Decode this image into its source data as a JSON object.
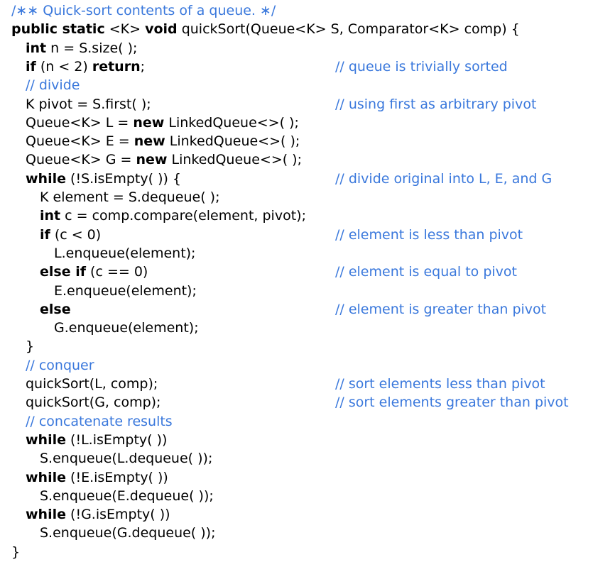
{
  "lines": [
    {
      "indent": 0,
      "parts": [
        {
          "t": "/∗∗ Quick-sort contents of a queue. ∗/",
          "c": "comment"
        }
      ],
      "comment": ""
    },
    {
      "indent": 0,
      "parts": [
        {
          "t": "public static",
          "c": "kw"
        },
        {
          "t": " <K> "
        },
        {
          "t": "void",
          "c": "kw"
        },
        {
          "t": " quickSort(Queue<K> S, Comparator<K> comp) {"
        }
      ],
      "comment": ""
    },
    {
      "indent": 1,
      "parts": [
        {
          "t": "int",
          "c": "kw"
        },
        {
          "t": " n = S.size( );"
        }
      ],
      "comment": ""
    },
    {
      "indent": 1,
      "parts": [
        {
          "t": "if",
          "c": "kw"
        },
        {
          "t": " (n < 2) "
        },
        {
          "t": "return",
          "c": "kw"
        },
        {
          "t": ";"
        }
      ],
      "comment": "// queue is trivially sorted"
    },
    {
      "indent": 1,
      "parts": [
        {
          "t": "// divide",
          "c": "comment"
        }
      ],
      "comment": ""
    },
    {
      "indent": 1,
      "parts": [
        {
          "t": "K pivot = S.first( );"
        }
      ],
      "comment": "// using first as arbitrary pivot"
    },
    {
      "indent": 1,
      "parts": [
        {
          "t": "Queue<K> L = "
        },
        {
          "t": "new",
          "c": "kw"
        },
        {
          "t": " LinkedQueue<>( );"
        }
      ],
      "comment": ""
    },
    {
      "indent": 1,
      "parts": [
        {
          "t": "Queue<K> E = "
        },
        {
          "t": "new",
          "c": "kw"
        },
        {
          "t": " LinkedQueue<>( );"
        }
      ],
      "comment": ""
    },
    {
      "indent": 1,
      "parts": [
        {
          "t": "Queue<K> G = "
        },
        {
          "t": "new",
          "c": "kw"
        },
        {
          "t": " LinkedQueue<>( );"
        }
      ],
      "comment": ""
    },
    {
      "indent": 1,
      "parts": [
        {
          "t": "while",
          "c": "kw"
        },
        {
          "t": " (!S.isEmpty( )) {"
        }
      ],
      "comment": "// divide original into L, E, and G"
    },
    {
      "indent": 2,
      "parts": [
        {
          "t": "K element = S.dequeue( );"
        }
      ],
      "comment": ""
    },
    {
      "indent": 2,
      "parts": [
        {
          "t": "int",
          "c": "kw"
        },
        {
          "t": " c = comp.compare(element, pivot);"
        }
      ],
      "comment": ""
    },
    {
      "indent": 2,
      "parts": [
        {
          "t": "if",
          "c": "kw"
        },
        {
          "t": " (c < 0)"
        }
      ],
      "comment": "// element is less than pivot"
    },
    {
      "indent": 3,
      "parts": [
        {
          "t": "L.enqueue(element);"
        }
      ],
      "comment": ""
    },
    {
      "indent": 2,
      "parts": [
        {
          "t": "else if",
          "c": "kw"
        },
        {
          "t": " (c == 0)"
        }
      ],
      "comment": "// element is equal to pivot"
    },
    {
      "indent": 3,
      "parts": [
        {
          "t": "E.enqueue(element);"
        }
      ],
      "comment": ""
    },
    {
      "indent": 2,
      "parts": [
        {
          "t": "else",
          "c": "kw"
        }
      ],
      "comment": "// element is greater than pivot"
    },
    {
      "indent": 3,
      "parts": [
        {
          "t": "G.enqueue(element);"
        }
      ],
      "comment": ""
    },
    {
      "indent": 1,
      "parts": [
        {
          "t": "}"
        }
      ],
      "comment": ""
    },
    {
      "indent": 1,
      "parts": [
        {
          "t": "// conquer",
          "c": "comment"
        }
      ],
      "comment": ""
    },
    {
      "indent": 1,
      "parts": [
        {
          "t": "quickSort(L, comp);"
        }
      ],
      "comment": "// sort elements less than pivot"
    },
    {
      "indent": 1,
      "parts": [
        {
          "t": "quickSort(G, comp);"
        }
      ],
      "comment": "// sort elements greater than pivot"
    },
    {
      "indent": 1,
      "parts": [
        {
          "t": "// concatenate results",
          "c": "comment"
        }
      ],
      "comment": ""
    },
    {
      "indent": 1,
      "parts": [
        {
          "t": "while",
          "c": "kw"
        },
        {
          "t": " (!L.isEmpty( ))"
        }
      ],
      "comment": ""
    },
    {
      "indent": 2,
      "parts": [
        {
          "t": "S.enqueue(L.dequeue( ));"
        }
      ],
      "comment": ""
    },
    {
      "indent": 1,
      "parts": [
        {
          "t": "while",
          "c": "kw"
        },
        {
          "t": " (!E.isEmpty( ))"
        }
      ],
      "comment": ""
    },
    {
      "indent": 2,
      "parts": [
        {
          "t": "S.enqueue(E.dequeue( ));"
        }
      ],
      "comment": ""
    },
    {
      "indent": 1,
      "parts": [
        {
          "t": "while",
          "c": "kw"
        },
        {
          "t": " (!G.isEmpty( ))"
        }
      ],
      "comment": ""
    },
    {
      "indent": 2,
      "parts": [
        {
          "t": "S.enqueue(G.dequeue( ));"
        }
      ],
      "comment": ""
    },
    {
      "indent": 0,
      "parts": [
        {
          "t": "}"
        }
      ],
      "comment": ""
    }
  ],
  "colors": {
    "comment": "#3a78dc",
    "text": "#000000"
  }
}
